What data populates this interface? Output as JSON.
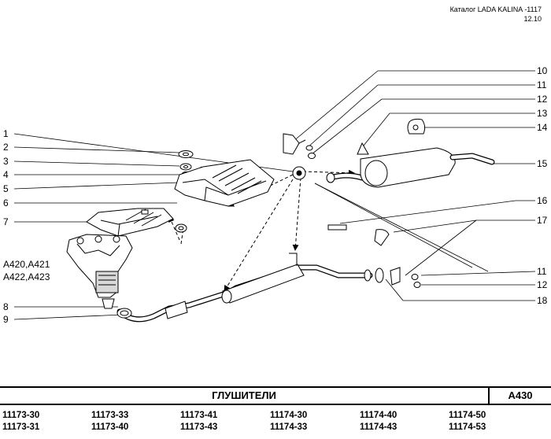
{
  "header": {
    "catalog": "Каталог LADA KALINA -1117",
    "date": "12.10"
  },
  "callouts": {
    "l1": "1",
    "l2": "2",
    "l3": "3",
    "l4": "4",
    "l5": "5",
    "l6": "6",
    "l7": "7",
    "ref": "A420,A421\nA422,A423",
    "l8": "8",
    "l9": "9",
    "r10": "10",
    "r11a": "11",
    "r12a": "12",
    "r13": "13",
    "r14": "14",
    "r15": "15",
    "r16": "16",
    "r17": "17",
    "r11b": "11",
    "r12b": "12",
    "r18": "18"
  },
  "footer": {
    "title": "ГЛУШИТЕЛИ",
    "code": "A430",
    "models": [
      [
        "11173-30",
        "11173-31"
      ],
      [
        "11173-33",
        "11173-40"
      ],
      [
        "11173-41",
        "11173-43"
      ],
      [
        "11174-30",
        "11174-33"
      ],
      [
        "11174-40",
        "11174-43"
      ],
      [
        "11174-50",
        "11174-53"
      ]
    ]
  },
  "colors": {
    "ink": "#000000",
    "paper": "#ffffff",
    "shade": "#9a9a9a"
  }
}
